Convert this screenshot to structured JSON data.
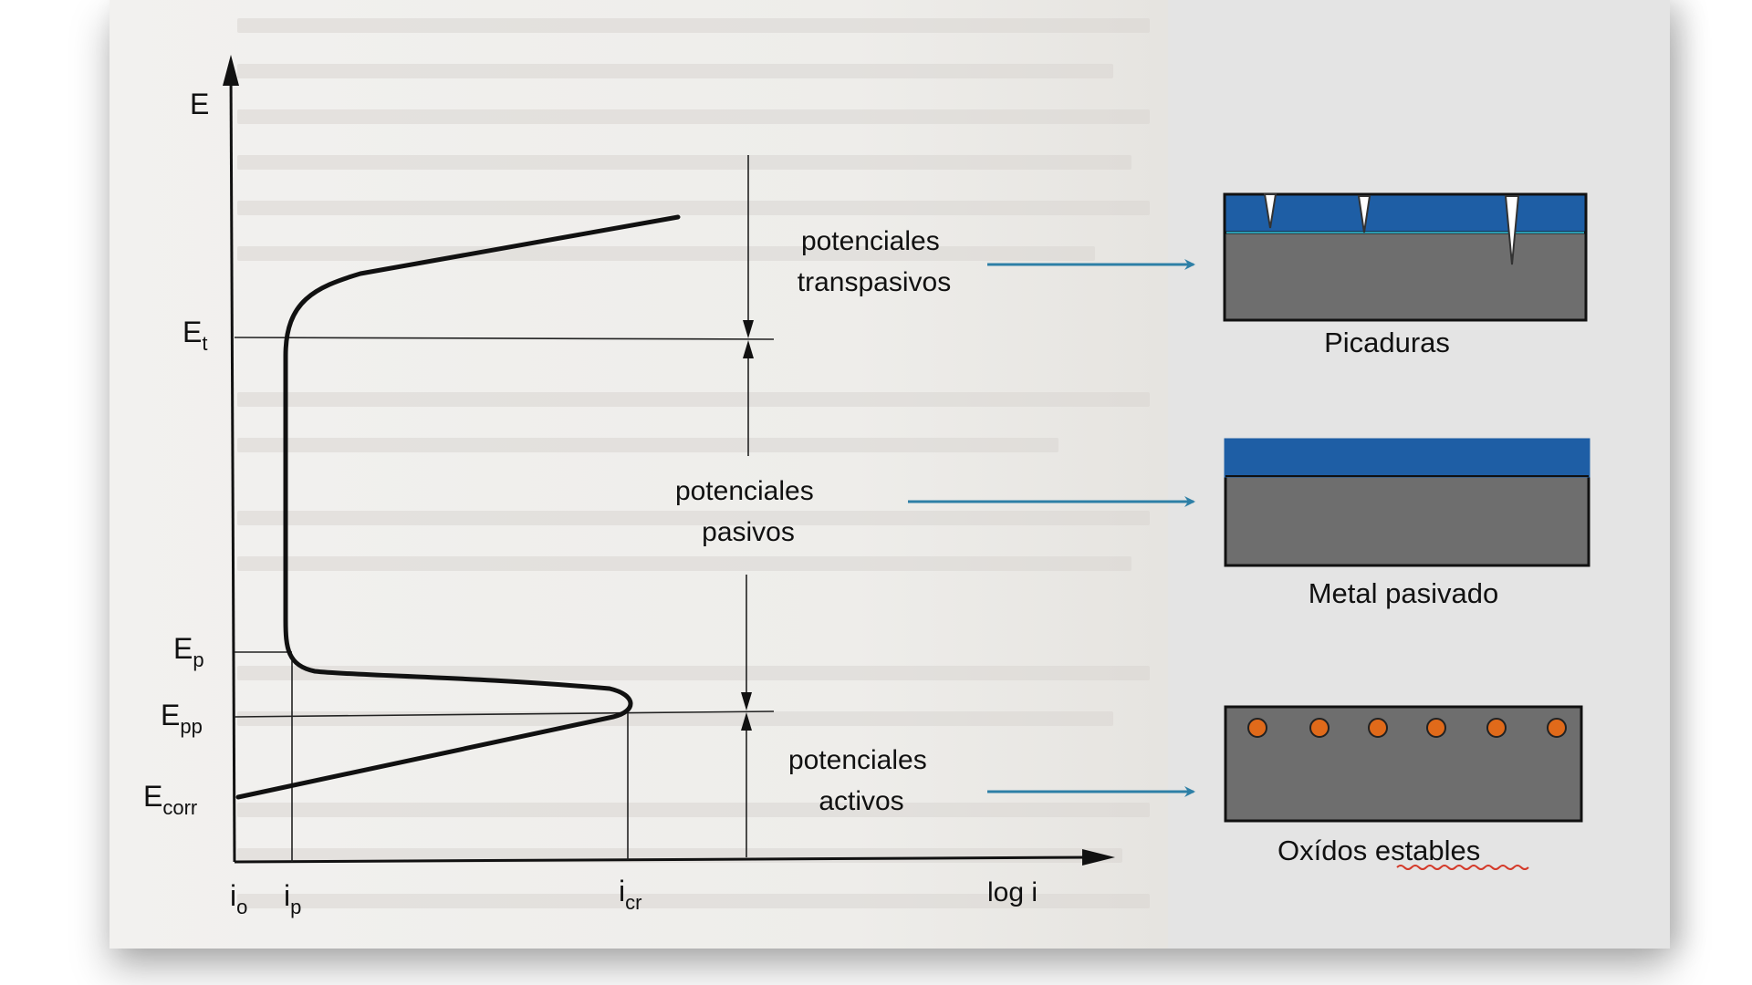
{
  "axis": {
    "y_label": "E",
    "x_label": "log i",
    "y_ticks": [
      {
        "main": "E",
        "sub": "t"
      },
      {
        "main": "E",
        "sub": "p"
      },
      {
        "main": "E",
        "sub": "pp"
      },
      {
        "main": "E",
        "sub": "corr"
      }
    ],
    "x_ticks": [
      {
        "main": "i",
        "sub": "o"
      },
      {
        "main": "i",
        "sub": "p"
      },
      {
        "main": "i",
        "sub": "cr"
      }
    ]
  },
  "regions": {
    "transpassive": {
      "line1": "potenciales",
      "line2": "transpasivos"
    },
    "passive": {
      "line1": "potenciales",
      "line2": "pasivos"
    },
    "active": {
      "line1": "potenciales",
      "line2": "activos"
    }
  },
  "panels": {
    "pitting": {
      "caption": "Picaduras"
    },
    "passivated": {
      "caption": "Metal pasivado"
    },
    "oxides": {
      "caption_part1": "Oxídos ",
      "caption_part2": "estables"
    }
  },
  "colors": {
    "metal": "#6e6e6e",
    "oxide_layer": "#1e5ea5",
    "arrow": "#2d7fa6",
    "oxide_dot": "#e06a1a",
    "spell_underline": "#d43a2a"
  }
}
